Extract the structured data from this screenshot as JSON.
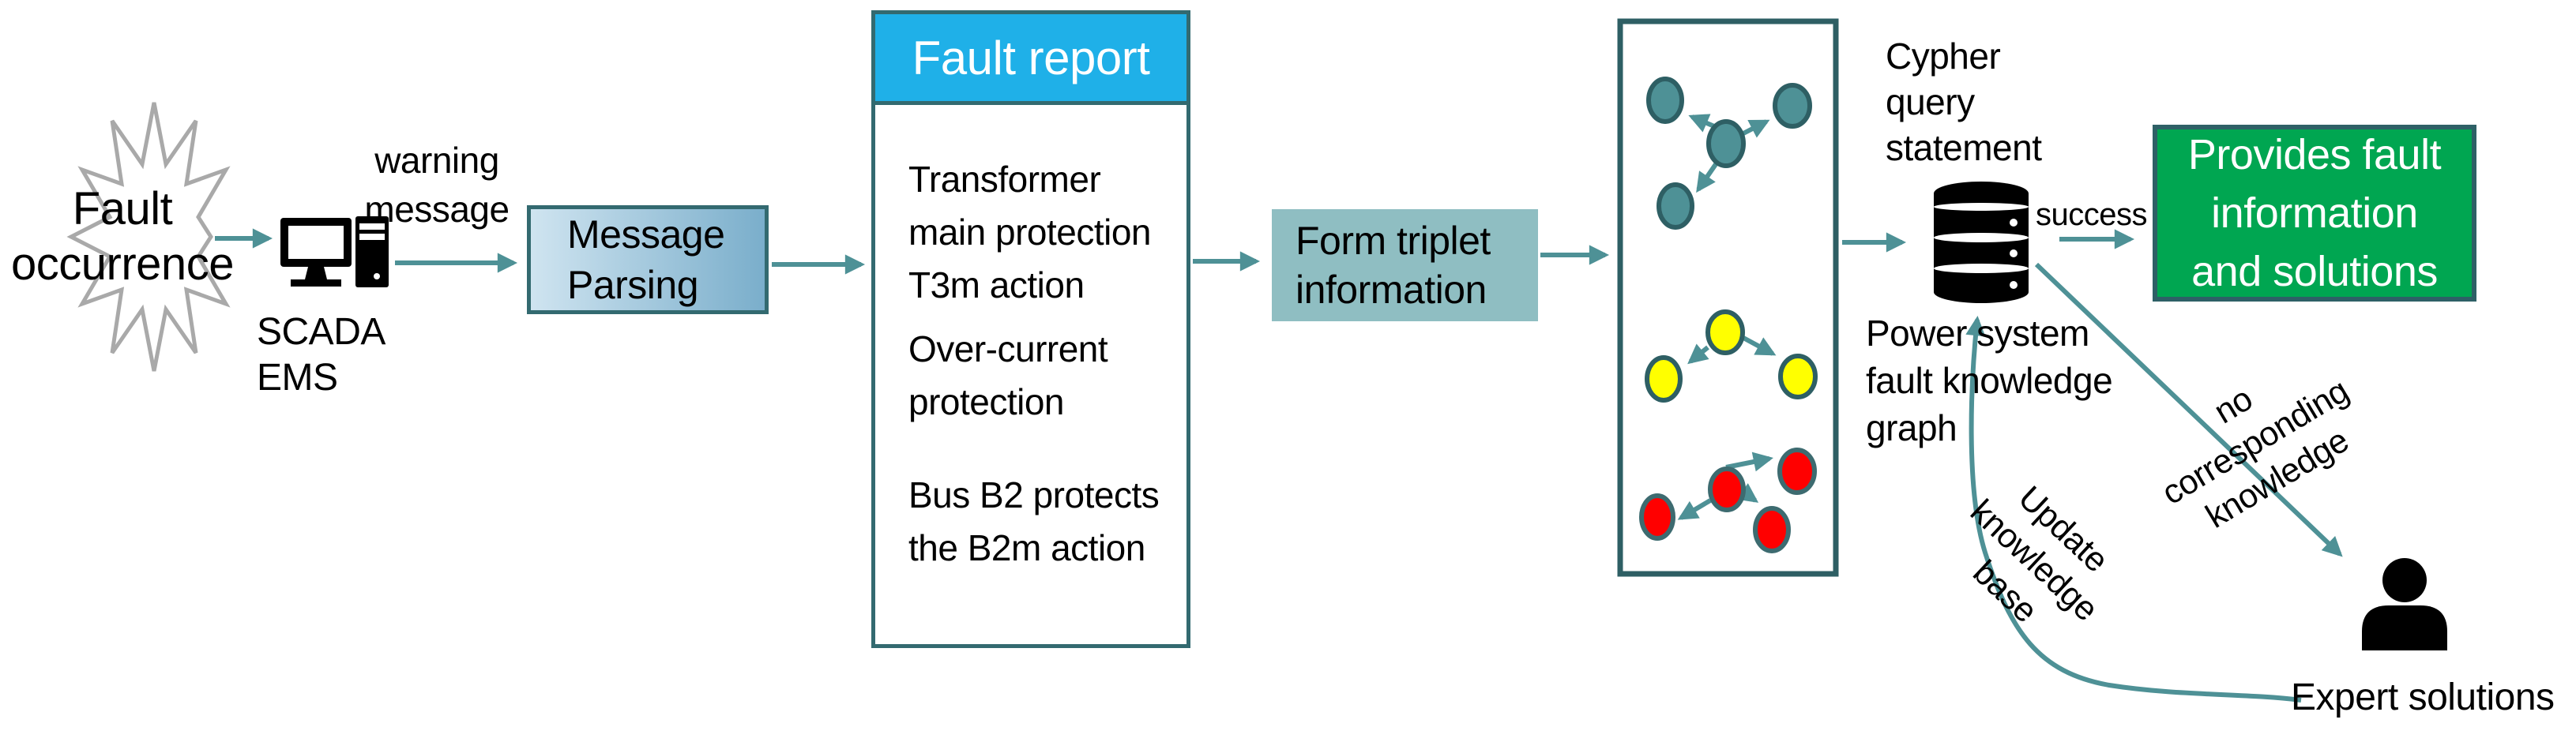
{
  "colors": {
    "arrow_teal": "#4e9196",
    "panel_border_teal": "#2e5f64",
    "box_border_teal": "#336a70",
    "fault_report_header_cyan": "#1fb0e8",
    "message_parsing_gradient_left": "#cfe4f0",
    "message_parsing_gradient_right": "#7aaecb",
    "form_triplet_fill": "#8fbec2",
    "success_green": "#00a651",
    "node_teal": "#4e9196",
    "node_yellow": "#ffff00",
    "node_red": "#ff0000",
    "starburst_gray": "#a9a9a9",
    "icon_black": "#000000",
    "text_black": "#000000",
    "text_white": "#ffffff",
    "background": "#ffffff"
  },
  "nodes": {
    "fault": {
      "line1": "Fault",
      "line2": "occurrence"
    },
    "warning": {
      "line1": "warning",
      "line2": "message"
    },
    "scada": {
      "line1": "SCADA",
      "line2": "EMS"
    },
    "parsing": {
      "line1": "Message",
      "line2": "Parsing"
    },
    "report": {
      "title": "Fault report",
      "item1": {
        "line1": "Transformer",
        "line2": "main protection",
        "line3": "T3m action"
      },
      "item2": {
        "line1": "Over-current",
        "line2": "protection"
      },
      "item3": {
        "line1": "Bus B2 protects",
        "line2": "the B2m action"
      }
    },
    "triplet": {
      "line1": "Form triplet",
      "line2": "information"
    },
    "cypher": {
      "line1": "Cypher",
      "line2": "query",
      "line3": "statement"
    },
    "database": {
      "line1": "Power system",
      "line2": "fault knowledge",
      "line3": "graph"
    },
    "provides": {
      "line1": "Provides fault",
      "line2": "information",
      "line3": "and solutions"
    },
    "expert": {
      "label": "Expert solutions"
    }
  },
  "edges": {
    "success": {
      "label": "success"
    },
    "no_knowledge": {
      "line1": "no",
      "line2": "corresponding",
      "line3": "knowledge"
    },
    "update": {
      "line1": "Update",
      "line2": "knowledge",
      "line3": "base"
    }
  },
  "icons": {
    "fault": "starburst-shape",
    "scada": "computer-icon",
    "knowledge_base": "database-icon",
    "expert": "person-icon",
    "graph_panel": "knowledge-graph-nodes"
  }
}
